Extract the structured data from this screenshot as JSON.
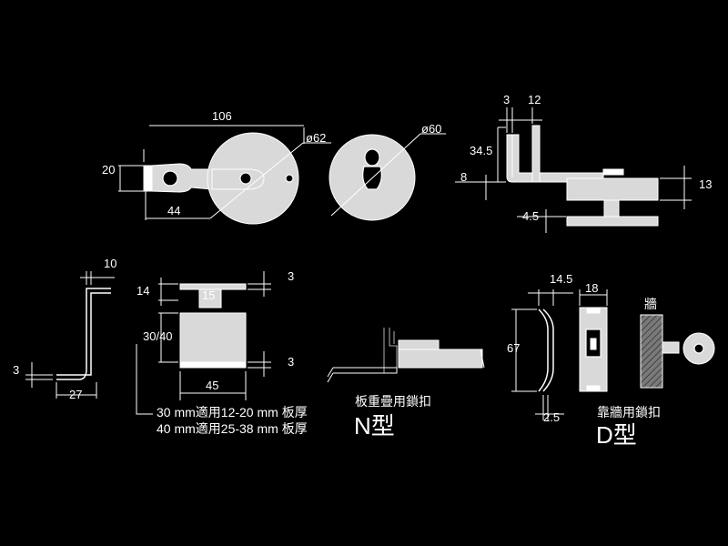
{
  "dims": {
    "d106": "106",
    "d20": "20",
    "d44": "44",
    "phi62": "ø62",
    "phi60": "ø60",
    "d3a": "3",
    "d12": "12",
    "d34_5": "34.5",
    "d8": "8",
    "d13": "13",
    "d4_5": "4.5",
    "d10": "10",
    "d3b": "3",
    "d27": "27",
    "d14": "14",
    "d15": "15",
    "d3c": "3",
    "d30_40": "30/40",
    "d3d": "3",
    "d45": "45",
    "d14_5": "14.5",
    "d18": "18",
    "d67": "67",
    "d2_5": "2.5"
  },
  "notes": {
    "line1": "30 mm適用12-20 mm 板厚",
    "line2": "40 mm適用25-38 mm 板厚"
  },
  "types": {
    "n_desc": "板重疊用鎖扣",
    "n_name": "N型",
    "d_desc": "靠牆用鎖扣",
    "d_name": "D型",
    "wall_label": "牆"
  }
}
